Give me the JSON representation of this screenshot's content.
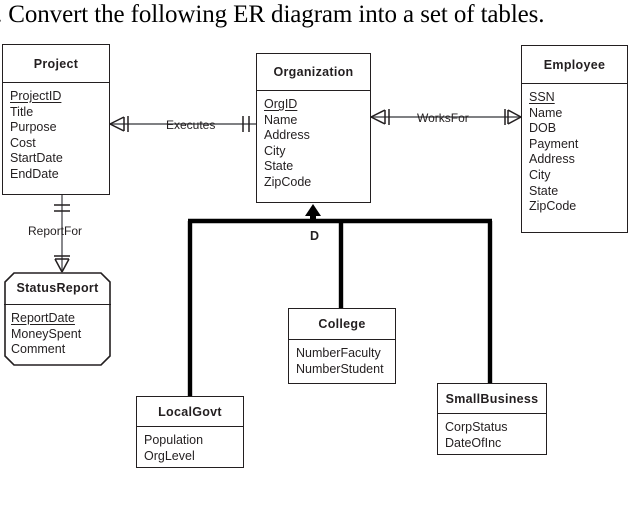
{
  "question": {
    "text": ". Convert the following ER diagram into a set of tables."
  },
  "diagram": {
    "type": "er-diagram",
    "notation": "crows-foot",
    "entities": [
      {
        "id": "project",
        "name": "Project",
        "attributes": [
          {
            "name": "ProjectID",
            "key": true
          },
          {
            "name": "Title",
            "key": false
          },
          {
            "name": "Purpose",
            "key": false
          },
          {
            "name": "Cost",
            "key": false
          },
          {
            "name": "StartDate",
            "key": false
          },
          {
            "name": "EndDate",
            "key": false
          }
        ]
      },
      {
        "id": "organization",
        "name": "Organization",
        "attributes": [
          {
            "name": "OrgID",
            "key": true
          },
          {
            "name": "Name",
            "key": false
          },
          {
            "name": "Address",
            "key": false
          },
          {
            "name": "City",
            "key": false
          },
          {
            "name": "State",
            "key": false
          },
          {
            "name": "ZipCode",
            "key": false
          }
        ]
      },
      {
        "id": "employee",
        "name": "Employee",
        "attributes": [
          {
            "name": "SSN",
            "key": true
          },
          {
            "name": "Name",
            "key": false
          },
          {
            "name": "DOB",
            "key": false
          },
          {
            "name": "Payment",
            "key": false
          },
          {
            "name": "Address",
            "key": false
          },
          {
            "name": "City",
            "key": false
          },
          {
            "name": "State",
            "key": false
          },
          {
            "name": "ZipCode",
            "key": false
          }
        ]
      },
      {
        "id": "statusreport",
        "name": "StatusReport",
        "weak": true,
        "attributes": [
          {
            "name": "ReportDate",
            "key": true
          },
          {
            "name": "MoneySpent",
            "key": false
          },
          {
            "name": "Comment",
            "key": false
          }
        ]
      },
      {
        "id": "college",
        "name": "College",
        "subtype_of": "Organization",
        "attributes": [
          {
            "name": "NumberFaculty",
            "key": false
          },
          {
            "name": "NumberStudent",
            "key": false
          }
        ]
      },
      {
        "id": "localgovt",
        "name": "LocalGovt",
        "subtype_of": "Organization",
        "attributes": [
          {
            "name": "Population",
            "key": false
          },
          {
            "name": "OrgLevel",
            "key": false
          }
        ]
      },
      {
        "id": "smallbusiness",
        "name": "SmallBusiness",
        "subtype_of": "Organization",
        "attributes": [
          {
            "name": "CorpStatus",
            "key": false
          },
          {
            "name": "DateOfInc",
            "key": false
          }
        ]
      }
    ],
    "relationships": [
      {
        "id": "executes",
        "label": "Executes",
        "from": "Project",
        "to": "Organization"
      },
      {
        "id": "worksfor",
        "label": "WorksFor",
        "from": "Organization",
        "to": "Employee"
      },
      {
        "id": "reportfor",
        "label": "ReportFor",
        "from": "Project",
        "to": "StatusReport"
      }
    ],
    "specialization": {
      "parent": "Organization",
      "disjoint_label": "D",
      "children": [
        "LocalGovt",
        "College",
        "SmallBusiness"
      ]
    },
    "colors": {
      "line": "#231f20",
      "thick_line": "#000000",
      "background": "#ffffff",
      "text": "#231f20"
    }
  }
}
